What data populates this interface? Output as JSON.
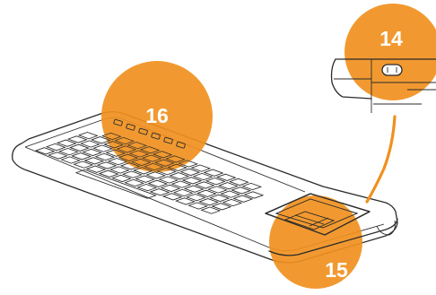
{
  "colors": {
    "accent": "#F0901E",
    "line": "#2B2B2B",
    "background": "#FFFFFF"
  },
  "callouts": {
    "c14": {
      "label": "14",
      "refers_to": "power-switch"
    },
    "c15": {
      "label": "15",
      "refers_to": "touchpad"
    },
    "c16": {
      "label": "16",
      "refers_to": "function-keys"
    }
  }
}
